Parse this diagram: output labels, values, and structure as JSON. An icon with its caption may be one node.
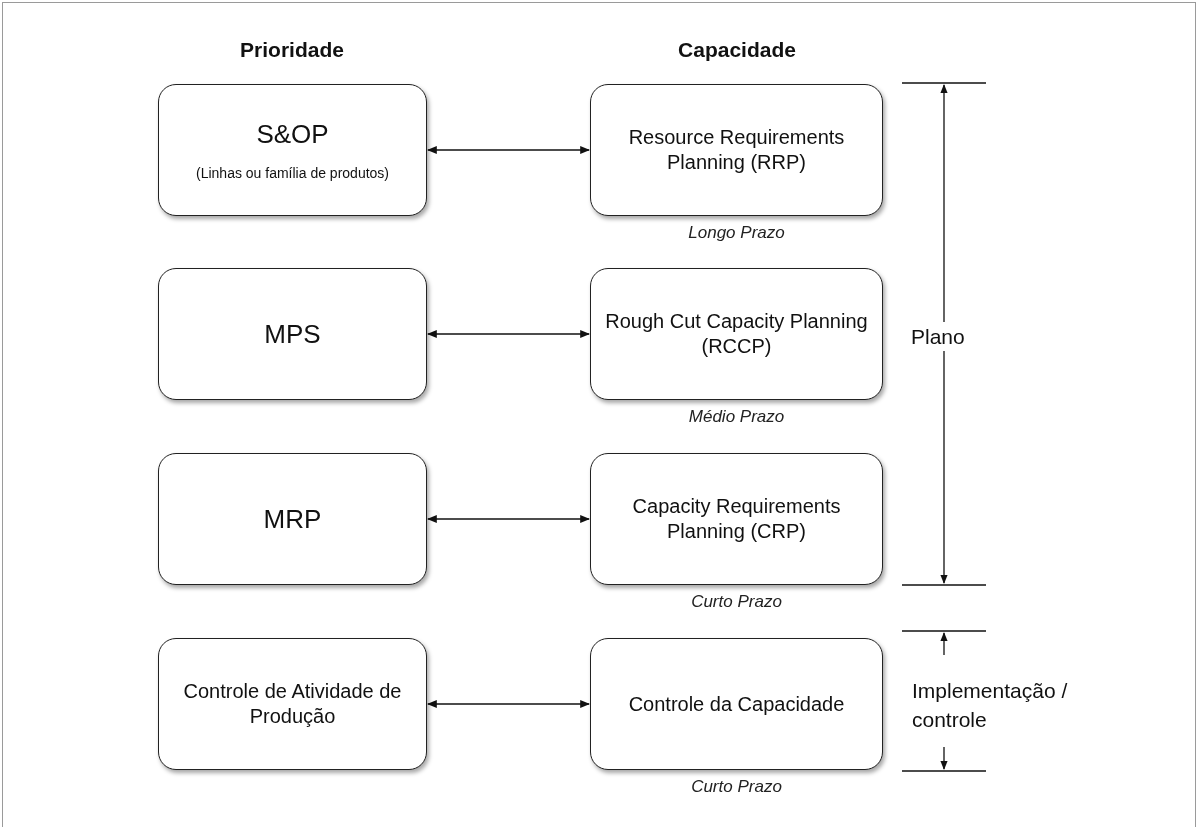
{
  "diagram": {
    "nodes": [
      {
        "text": [
          "S&OP",
          "(Linhas ou família de produtos)"
        ]
      },
      {
        "text": [
          "Resource Requirements Planning (RRP)"
        ],
        "beside": [
          "Longo Prazo"
        ]
      },
      {
        "text": [
          "MPS"
        ]
      },
      {
        "text": [
          "Rough Cut Capacity Planning (RCCP)"
        ],
        "beside": [
          "Médio Prazo"
        ]
      },
      {
        "text": [
          "MRP"
        ]
      },
      {
        "text": [
          "Capacity Requirements Planning (CRP)"
        ],
        "beside": [
          "Curto Prazo"
        ]
      },
      {
        "text": [
          "Controle de Atividade de Produção"
        ]
      },
      {
        "text": [
          "Controle da Capacidade"
        ],
        "beside": [
          "Curto Prazo"
        ]
      }
    ],
    "edges": [
      {
        "from": 0,
        "to": 1,
        "arrow": "both"
      },
      {
        "from": 2,
        "to": 3,
        "arrow": "both"
      },
      {
        "from": 4,
        "to": 5,
        "arrow": "both"
      },
      {
        "from": 6,
        "to": 7,
        "arrow": "both"
      }
    ],
    "labels": [
      "Prioridade",
      "Capacidade",
      "Plano",
      "Implementação / controle"
    ]
  }
}
